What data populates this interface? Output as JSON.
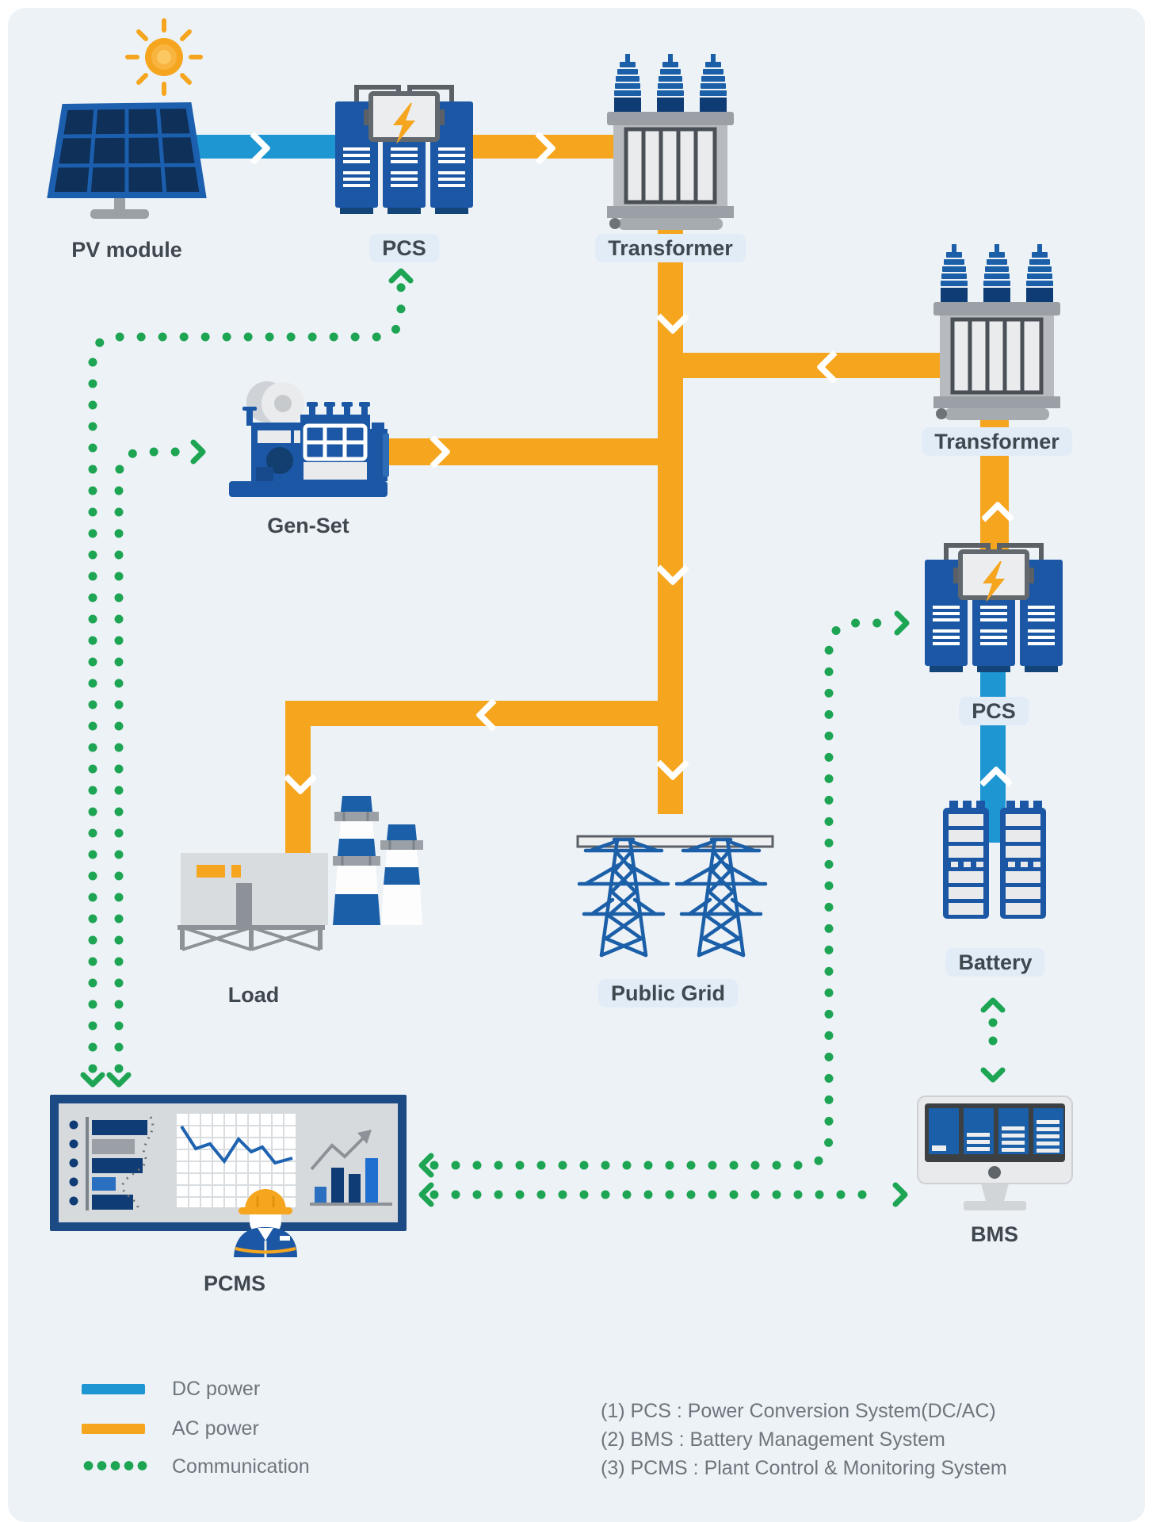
{
  "diagram": {
    "nodes": {
      "pv_module": {
        "label": "PV module"
      },
      "pcs_top": {
        "label": "PCS"
      },
      "transformer_top": {
        "label": "Transformer"
      },
      "transformer_right": {
        "label": "Transformer"
      },
      "gen_set": {
        "label": "Gen-Set"
      },
      "load": {
        "label": "Load"
      },
      "public_grid": {
        "label": "Public Grid"
      },
      "pcs_right": {
        "label": "PCS"
      },
      "battery": {
        "label": "Battery"
      },
      "bms": {
        "label": "BMS"
      },
      "pcms": {
        "label": "PCMS"
      }
    },
    "connections": [
      {
        "from": "PV module",
        "to": "PCS (top)",
        "type": "DC power"
      },
      {
        "from": "PCS (top)",
        "to": "Transformer (top)",
        "type": "AC power"
      },
      {
        "from": "Transformer (top)",
        "to": "Public Grid",
        "type": "AC power"
      },
      {
        "from": "Transformer (right)",
        "to": "AC bus",
        "type": "AC power"
      },
      {
        "from": "Gen-Set",
        "to": "AC bus",
        "type": "AC power"
      },
      {
        "from": "AC bus",
        "to": "Load",
        "type": "AC power"
      },
      {
        "from": "PCS (right)",
        "to": "Transformer (right)",
        "type": "AC power"
      },
      {
        "from": "Battery",
        "to": "PCS (right)",
        "type": "DC power"
      },
      {
        "from": "PCMS",
        "to": "PCS (top)",
        "type": "Communication"
      },
      {
        "from": "PCMS",
        "to": "Gen-Set",
        "type": "Communication"
      },
      {
        "from": "PCMS",
        "to": "PCS (right)",
        "type": "Communication"
      },
      {
        "from": "PCMS",
        "to": "BMS",
        "type": "Communication"
      },
      {
        "from": "Battery",
        "to": "BMS",
        "type": "Communication"
      }
    ]
  },
  "legend": {
    "items": [
      {
        "label": "DC power",
        "color": "#1E96D2",
        "style": "solid"
      },
      {
        "label": "AC power",
        "color": "#F6A51F",
        "style": "solid"
      },
      {
        "label": "Communication",
        "color": "#1EA553",
        "style": "dotted"
      }
    ]
  },
  "footnotes": [
    "(1) PCS : Power Conversion System(DC/AC)",
    "(2) BMS : Battery Management System",
    "(3) PCMS : Plant Control & Monitoring System"
  ],
  "colors": {
    "background": "#EDF2F7",
    "dc_blue": "#1E96D2",
    "ac_orange": "#F6A51F",
    "comm_green": "#1EA553",
    "cabinet_blue": "#1B57A5",
    "dark_navy": "#0E3059",
    "equipment_gray": "#9AA0A6",
    "label_text": "#3F474F",
    "muted_text": "#6E767D"
  }
}
